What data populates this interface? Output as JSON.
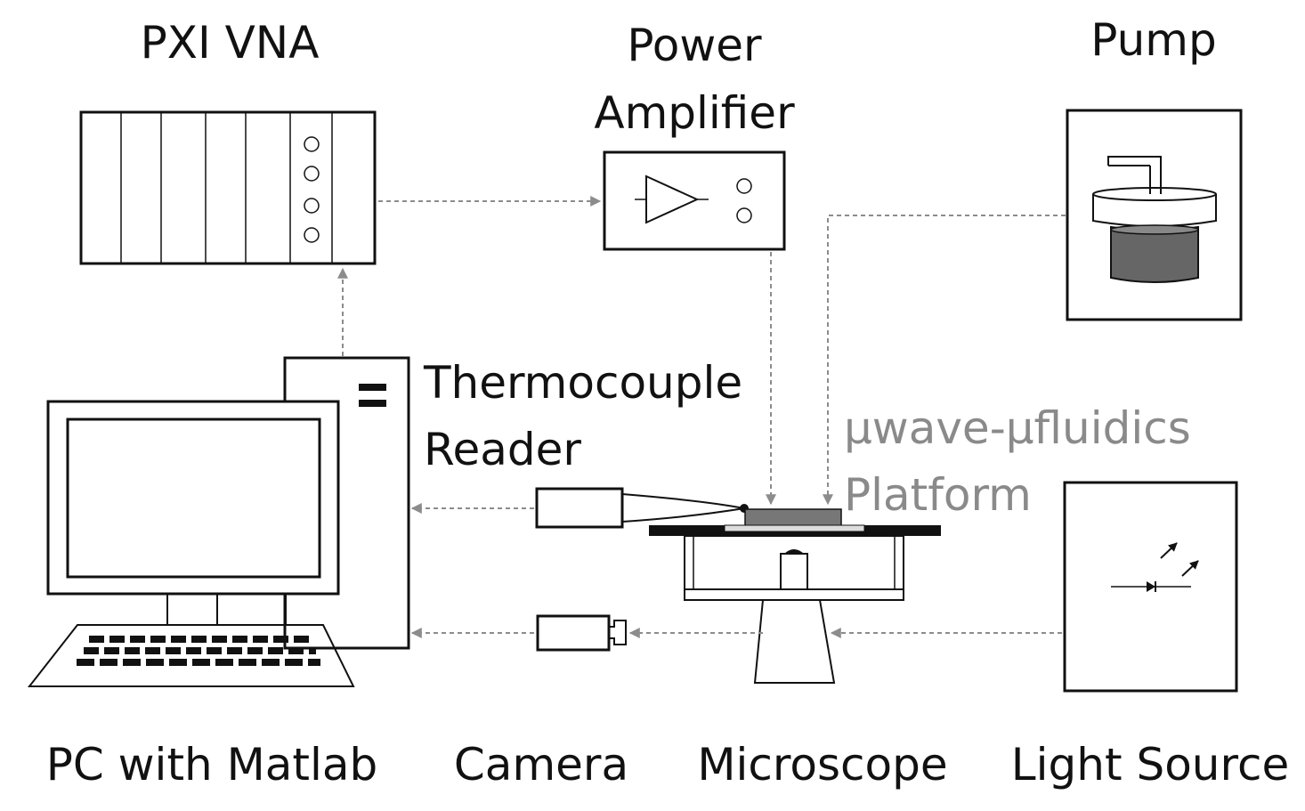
{
  "labels": {
    "pxi_vna": "PXI VNA",
    "power_amplifier_line1": "Power",
    "power_amplifier_line2": "Amplifier",
    "pump": "Pump",
    "thermocouple_line1": "Thermocouple",
    "thermocouple_line2": "Reader",
    "platform_line1": "μwave-μfluidics",
    "platform_line2": "Platform",
    "pc": "PC with Matlab",
    "camera": "Camera",
    "microscope": "Microscope",
    "light_source": "Light Source"
  },
  "colors": {
    "line": "#111111",
    "connector": "#8c8c8c",
    "platform_label": "#8a8a8a",
    "chip": "#777777",
    "pump_liquid": "#666666"
  },
  "icons": {
    "vna": "rack-instrument-icon",
    "amplifier": "amplifier-triangle-icon",
    "pump": "syringe-pump-icon",
    "pc": "desktop-computer-icon",
    "thermocouple": "thermocouple-probe-icon",
    "camera": "camera-icon",
    "microscope": "microscope-icon",
    "light_source": "led-light-icon"
  }
}
